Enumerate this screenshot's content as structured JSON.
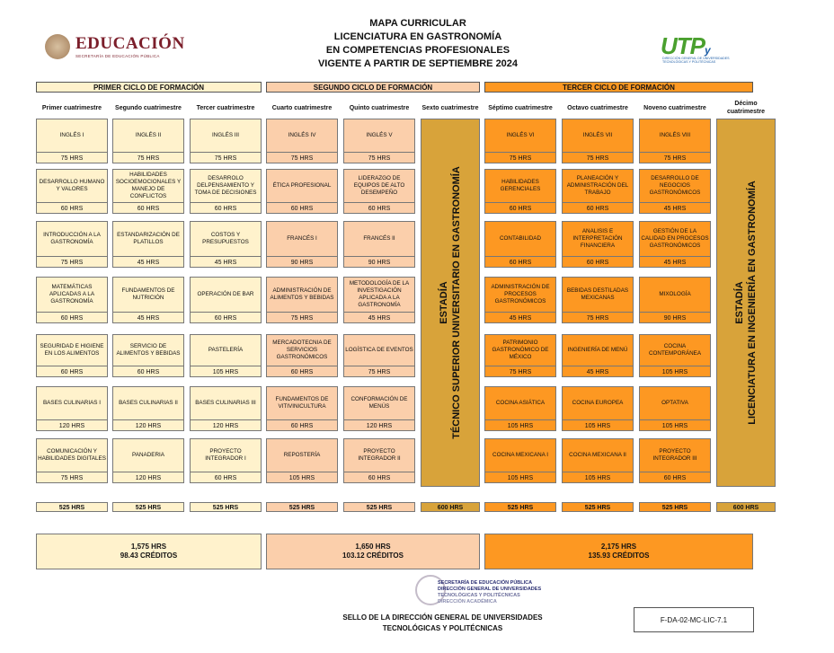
{
  "header": {
    "title_lines": [
      "MAPA CURRICULAR",
      "LICENCIATURA EN GASTRONOMÍA",
      "EN COMPETENCIAS PROFESIONALES",
      "VIGENTE A PARTIR DE SEPTIEMBRE 2024"
    ],
    "left_logo": {
      "word": "EDUCACIÓN",
      "sub": "SECRETARÍA DE EDUCACIÓN PÚBLICA"
    },
    "right_logo": {
      "mark": "UTP",
      "mark_small": "y",
      "sub": "DIRECCIÓN GENERAL DE UNIVERSIDADES TECNOLÓGICAS Y POLITÉCNICAS"
    }
  },
  "cycles": [
    "PRIMER CICLO DE FORMACIÓN",
    "SEGUNDO CICLO DE FORMACIÓN",
    "TERCER CICLO DE FORMACIÓN"
  ],
  "terms": [
    "Primer cuatrimestre",
    "Segundo cuatrimestre",
    "Tercer cuatrimestre",
    "Cuarto cuatrimestre",
    "Quinto cuatrimestre",
    "Sexto cuatrimestre",
    "Séptimo cuatrimestre",
    "Octavo cuatrimestre",
    "Noveno cuatrimestre",
    "Décimo cuatrimestre"
  ],
  "columns": [
    {
      "cycle": 1,
      "courses": [
        {
          "name": "INGLÉS I",
          "hours": "75 HRS"
        },
        {
          "name": "DESARROLLO HUMANO Y VALORES",
          "hours": "60 HRS"
        },
        {
          "name": "INTRODUCCIÓN A LA GASTRONOMÍA",
          "hours": "75 HRS"
        },
        {
          "name": "MATEMÁTICAS APLICADAS A LA GASTRONOMÍA",
          "hours": "60 HRS"
        },
        {
          "name": "SEGURIDAD E HIGIENE EN LOS ALIMENTOS",
          "hours": "60 HRS"
        },
        {
          "name": "BASES CULINARIAS I",
          "hours": "120 HRS"
        },
        {
          "name": "COMUNICACIÓN Y HABILIDADES DIGITALES",
          "hours": "75 HRS"
        }
      ]
    },
    {
      "cycle": 1,
      "courses": [
        {
          "name": "INGLÉS II",
          "hours": "75 HRS"
        },
        {
          "name": "HABILIDADES SOCIOEMOCIONALES Y MANEJO DE CONFLICTOS",
          "hours": "60 HRS"
        },
        {
          "name": "ESTANDARIZACIÓN DE PLATILLOS",
          "hours": "45 HRS"
        },
        {
          "name": "FUNDAMENTOS DE NUTRICIÓN",
          "hours": "45 HRS"
        },
        {
          "name": "SERVICIO DE ALIMENTOS Y BEBIDAS",
          "hours": "60 HRS"
        },
        {
          "name": "BASES CULINARIAS II",
          "hours": "120 HRS"
        },
        {
          "name": "PANADERIA",
          "hours": "120 HRS"
        }
      ]
    },
    {
      "cycle": 1,
      "courses": [
        {
          "name": "INGLÉS III",
          "hours": "75 HRS"
        },
        {
          "name": "DESARROLO DELPENSAMIENTO Y TOMA DE DECISIONES",
          "hours": "60 HRS"
        },
        {
          "name": "COSTOS Y PRESUPUESTOS",
          "hours": "45 HRS"
        },
        {
          "name": "OPERACIÓN DE BAR",
          "hours": "60 HRS"
        },
        {
          "name": "PASTELERÍA",
          "hours": "105 HRS"
        },
        {
          "name": "BASES CULINARIAS III",
          "hours": "120 HRS"
        },
        {
          "name": "PROYECTO INTEGRADOR I",
          "hours": "60 HRS"
        }
      ]
    },
    {
      "cycle": 2,
      "courses": [
        {
          "name": "INGLÉS IV",
          "hours": "75 HRS"
        },
        {
          "name": "ÉTICA PROFESIONAL",
          "hours": "60 HRS"
        },
        {
          "name": "FRANCÉS I",
          "hours": "90 HRS"
        },
        {
          "name": "ADMINISTRACIÓN DE ALIMENTOS Y BEBIDAS",
          "hours": "75 HRS"
        },
        {
          "name": "MERCADOTECNIA DE SERVICIOS GASTRONÓMICOS",
          "hours": "60 HRS"
        },
        {
          "name": "FUNDAMENTOS DE VITIVINICULTURA",
          "hours": "60 HRS"
        },
        {
          "name": "REPOSTERÍA",
          "hours": "105 HRS"
        }
      ]
    },
    {
      "cycle": 2,
      "courses": [
        {
          "name": "INGLÉS V",
          "hours": "75 HRS"
        },
        {
          "name": "LIDERAZGO DE EQUIPOS DE ALTO DESEMPEÑO",
          "hours": "60 HRS"
        },
        {
          "name": "FRANCÉS II",
          "hours": "90 HRS"
        },
        {
          "name": "METODOLOGÍA DE LA INVESTIGACIÓN APLICADA A LA GASTRONOMÍA",
          "hours": "45 HRS"
        },
        {
          "name": "LOGÍSTICA DE EVENTOS",
          "hours": "75 HRS"
        },
        {
          "name": "CONFORMACIÓN DE MENÚS",
          "hours": "120 HRS"
        },
        {
          "name": "PROYECTO INTEGRADOR II",
          "hours": "60 HRS"
        }
      ]
    },
    {
      "cycle": 3,
      "courses": [
        {
          "name": "INGLÉS VI",
          "hours": "75 HRS"
        },
        {
          "name": "HABILIDADES GERENCIALES",
          "hours": "60 HRS"
        },
        {
          "name": "CONTABILIDAD",
          "hours": "60 HRS"
        },
        {
          "name": "ADMINISTRACIÓN DE PROCESOS GASTRONÓMICOS",
          "hours": "45 HRS"
        },
        {
          "name": "PATRIMONIO GASTRONÓMICO DE MÉXICO",
          "hours": "75 HRS"
        },
        {
          "name": "COCINA ASIÁTICA",
          "hours": "105 HRS"
        },
        {
          "name": "COCINA MEXICANA I",
          "hours": "105 HRS"
        }
      ]
    },
    {
      "cycle": 3,
      "courses": [
        {
          "name": "INGLÉS VII",
          "hours": "75 HRS"
        },
        {
          "name": "PLANEACIÓN Y ADMINISTRACIÓN DEL TRABAJO",
          "hours": "60 HRS"
        },
        {
          "name": "ANALISIS E INTERPRETACIÓN FINANCIERA",
          "hours": "60 HRS"
        },
        {
          "name": "BEBIDAS DESTILADAS MEXICANAS",
          "hours": "75 HRS"
        },
        {
          "name": "INGENIERÍA DE MENÚ",
          "hours": "45 HRS"
        },
        {
          "name": "COCINA EUROPEA",
          "hours": "105 HRS"
        },
        {
          "name": "COCINA MEXICANA II",
          "hours": "105 HRS"
        }
      ]
    },
    {
      "cycle": 3,
      "courses": [
        {
          "name": "INGLÉS VIII",
          "hours": "75 HRS"
        },
        {
          "name": "DESARROLLO DE NEGOCIOS GASTRONÓMICOS",
          "hours": "45 HRS"
        },
        {
          "name": "GESTIÓN DE LA CALIDAD EN PROCESOS GASTRONÓMICOS",
          "hours": "45 HRS"
        },
        {
          "name": "MIXOLOGÍA",
          "hours": "90 HRS"
        },
        {
          "name": "COCINA CONTEMPORÁNEA",
          "hours": "105 HRS"
        },
        {
          "name": "OPTATIVA",
          "hours": "105 HRS"
        },
        {
          "name": "PROYECTO INTEGRADOR III",
          "hours": "60 HRS"
        }
      ]
    }
  ],
  "stays": [
    {
      "line1": "ESTADÍA",
      "line2": "TÉCNICO SUPERIOR UNIVERSITARIO EN GASTRONOMÍA"
    },
    {
      "line1": "ESTADÍA",
      "line2": "LICENCIATURA EN INGENIERÍA EN  GASTRONOMÍA"
    }
  ],
  "term_totals": [
    "525 HRS",
    "525 HRS",
    "525 HRS",
    "525 HRS",
    "525 HRS",
    "600 HRS",
    "525 HRS",
    "525 HRS",
    "525 HRS",
    "600 HRS"
  ],
  "cycle_totals": [
    {
      "hours": "1,575 HRS",
      "credits": "98.43 CRÉDITOS"
    },
    {
      "hours": "1,650 HRS",
      "credits": "103.12 CRÉDITOS"
    },
    {
      "hours": "2,175 HRS",
      "credits": "135.93 CRÉDITOS"
    }
  ],
  "seal": {
    "lines": [
      "SECRETARÍA DE EDUCACIÓN PÚBLICA",
      "DIRECCIÓN GENERAL DE UNIVERSIDADES",
      "TECNOLÓGICAS Y POLITÉCNICAS",
      "DIRECCIÓN ACADÉMICA"
    ]
  },
  "footer": {
    "line1": "SELLO DE LA DIRECCIÓN GENERAL DE UNIVERSIDADES",
    "line2": "TECNOLÓGICAS Y POLITÉCNICAS",
    "form_code": "F-DA-02-MC-LIC-7.1"
  },
  "colors": {
    "cycle1": "#fff2cc",
    "cycle2": "#fbcfab",
    "cycle3": "#fd9822",
    "stay1": "#d8a33a",
    "stay2": "#d8a33a"
  }
}
